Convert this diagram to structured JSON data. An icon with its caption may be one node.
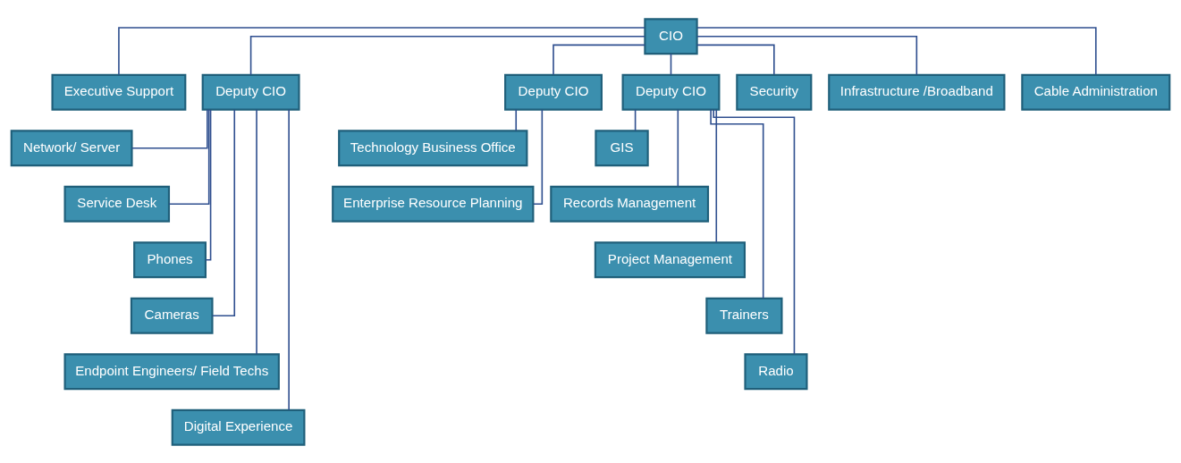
{
  "diagram": {
    "nodes": [
      {
        "text": [
          "CIO"
        ]
      },
      {
        "text": [
          "Executive Support"
        ]
      },
      {
        "text": [
          "Deputy CIO"
        ]
      },
      {
        "text": [
          "Deputy CIO"
        ]
      },
      {
        "text": [
          "Deputy CIO"
        ]
      },
      {
        "text": [
          "Security"
        ]
      },
      {
        "text": [
          "Infrastructure /Broadband"
        ]
      },
      {
        "text": [
          "Cable Administration"
        ]
      },
      {
        "text": [
          "Network/ Server"
        ]
      },
      {
        "text": [
          "Service Desk"
        ]
      },
      {
        "text": [
          "Phones"
        ]
      },
      {
        "text": [
          "Cameras"
        ]
      },
      {
        "text": [
          "Endpoint Engineers/ Field Techs"
        ]
      },
      {
        "text": [
          "Digital Experience"
        ]
      },
      {
        "text": [
          "Technology Business Office"
        ]
      },
      {
        "text": [
          "Enterprise Resource Planning"
        ]
      },
      {
        "text": [
          "GIS"
        ]
      },
      {
        "text": [
          "Records Management"
        ]
      },
      {
        "text": [
          "Project Management"
        ]
      },
      {
        "text": [
          "Trainers"
        ]
      },
      {
        "text": [
          "Radio"
        ]
      }
    ],
    "edges": [
      {
        "from": 0,
        "to": 1,
        "arrow": "none"
      },
      {
        "from": 0,
        "to": 2,
        "arrow": "none"
      },
      {
        "from": 0,
        "to": 3,
        "arrow": "none"
      },
      {
        "from": 0,
        "to": 4,
        "arrow": "none"
      },
      {
        "from": 0,
        "to": 5,
        "arrow": "none"
      },
      {
        "from": 0,
        "to": 6,
        "arrow": "none"
      },
      {
        "from": 0,
        "to": 7,
        "arrow": "none"
      },
      {
        "from": 2,
        "to": 8,
        "arrow": "none"
      },
      {
        "from": 2,
        "to": 9,
        "arrow": "none"
      },
      {
        "from": 2,
        "to": 10,
        "arrow": "none"
      },
      {
        "from": 2,
        "to": 11,
        "arrow": "none"
      },
      {
        "from": 2,
        "to": 12,
        "arrow": "none"
      },
      {
        "from": 2,
        "to": 13,
        "arrow": "none"
      },
      {
        "from": 3,
        "to": 14,
        "arrow": "none"
      },
      {
        "from": 3,
        "to": 15,
        "arrow": "none"
      },
      {
        "from": 4,
        "to": 16,
        "arrow": "none"
      },
      {
        "from": 4,
        "to": 17,
        "arrow": "none"
      },
      {
        "from": 4,
        "to": 18,
        "arrow": "none"
      },
      {
        "from": 4,
        "to": 19,
        "arrow": "none"
      },
      {
        "from": 4,
        "to": 20,
        "arrow": "none"
      }
    ]
  }
}
